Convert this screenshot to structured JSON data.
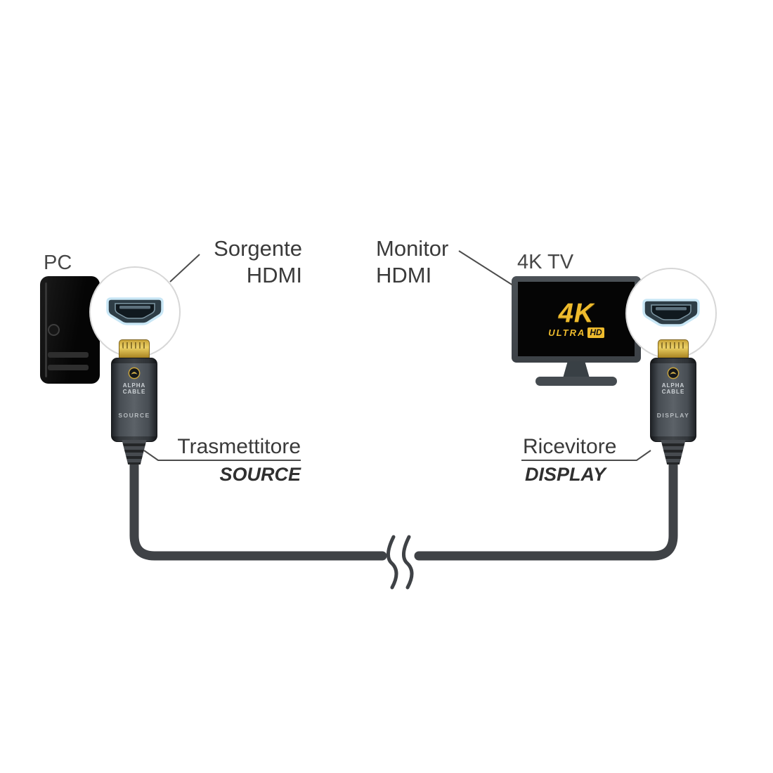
{
  "left_device": {
    "label": "PC"
  },
  "left_port_callout": {
    "line1": "Sorgente",
    "line2": "HDMI"
  },
  "right_port_callout": {
    "line1": "Monitor",
    "line2": "HDMI"
  },
  "right_device": {
    "label": "4K TV",
    "screen_logo": {
      "main": "4K",
      "sub_left": "ULTRA",
      "sub_right": "HD"
    }
  },
  "transmitter_callout": {
    "title": "Trasmettitore",
    "subtitle": "SOURCE"
  },
  "receiver_callout": {
    "title": "Ricevitore",
    "subtitle": "DISPLAY"
  },
  "source_connector": {
    "brand_line1": "ALPHA",
    "brand_line2": "CABLE",
    "role": "SOURCE"
  },
  "display_connector": {
    "brand_line1": "ALPHA",
    "brand_line2": "CABLE",
    "role": "DISPLAY"
  },
  "colors": {
    "gold": "#d9b54a",
    "cable": "#3f4246",
    "text": "#3a3a3a",
    "port_outline": "#c8e6f5"
  }
}
